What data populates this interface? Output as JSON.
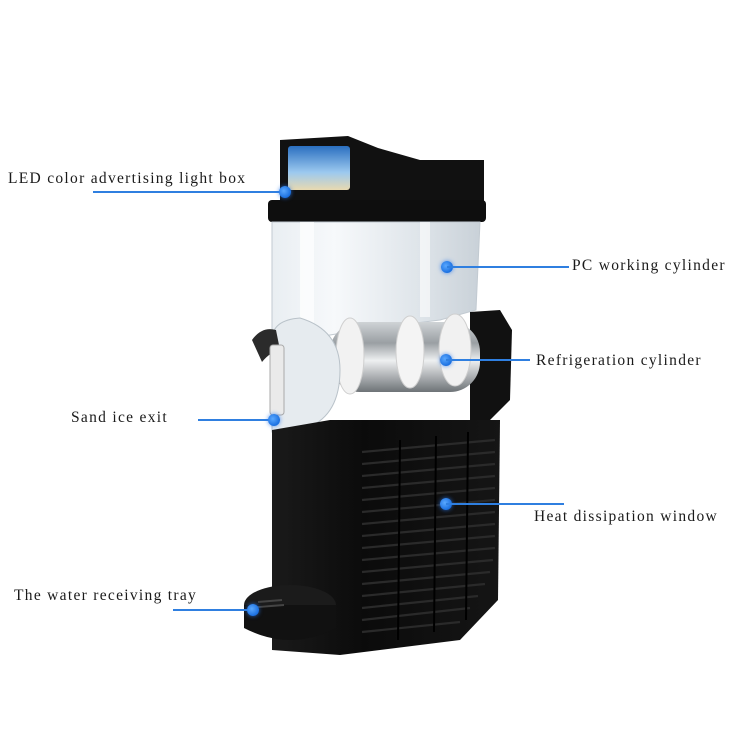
{
  "diagram": {
    "subject": "Slush machine (single cylinder)",
    "accent_color": "#2f7fe0",
    "callouts": [
      {
        "id": "led",
        "label": "LED color advertising light box"
      },
      {
        "id": "pc",
        "label": "PC working cylinder"
      },
      {
        "id": "refrig",
        "label": "Refrigeration cylinder"
      },
      {
        "id": "exit",
        "label": "Sand ice exit"
      },
      {
        "id": "heat",
        "label": "Heat dissipation window"
      },
      {
        "id": "tray",
        "label": "The water receiving tray"
      }
    ]
  }
}
